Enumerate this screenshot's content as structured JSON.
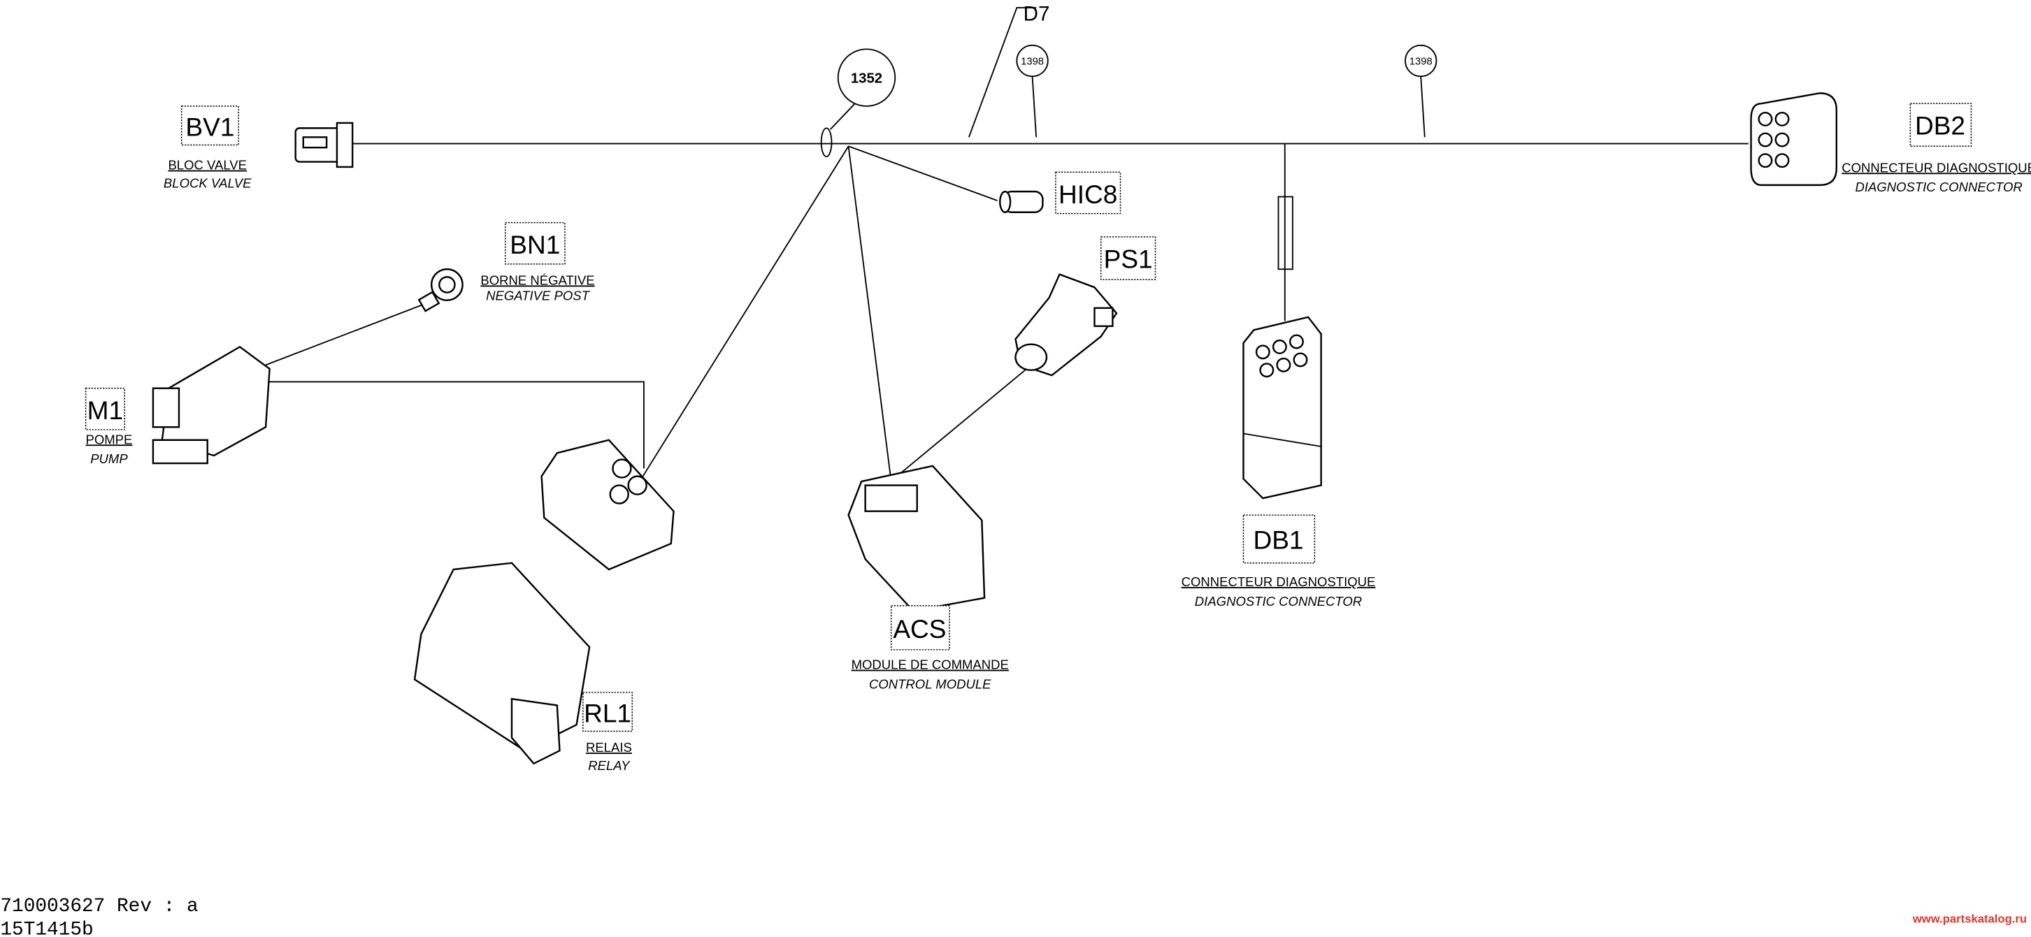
{
  "diagram": {
    "wire_id": "D7",
    "callouts": [
      "1352",
      "1398",
      "1398"
    ],
    "components": {
      "bv1": {
        "code": "BV1",
        "fr": "BLOC VALVE",
        "en": "BLOCK VALVE"
      },
      "bn1": {
        "code": "BN1",
        "fr": "BORNE NÉGATIVE",
        "en": "NEGATIVE POST"
      },
      "m1": {
        "code": "M1",
        "fr": "POMPE",
        "en": "PUMP"
      },
      "rl1": {
        "code": "RL1",
        "fr": "RELAIS",
        "en": "RELAY"
      },
      "acs": {
        "code": "ACS",
        "fr": "MODULE DE COMMANDE",
        "en": "CONTROL MODULE"
      },
      "hic8": {
        "code": "HIC8"
      },
      "ps1": {
        "code": "PS1"
      },
      "db1": {
        "code": "DB1",
        "fr": "CONNECTEUR DIAGNOSTIQUE",
        "en": "DIAGNOSTIC CONNECTOR"
      },
      "db2": {
        "code": "DB2",
        "fr": "CONNECTEUR DIAGNOSTIQUE",
        "en": "DIAGNOSTIC CONNECTOR"
      }
    }
  },
  "footer": {
    "part_rev": "710003627 Rev : a",
    "drawing_no": "15T1415b",
    "watermark": "www.partskatalog.ru"
  },
  "colors": {
    "ink": "#000000",
    "watermark": "#e0362c"
  }
}
